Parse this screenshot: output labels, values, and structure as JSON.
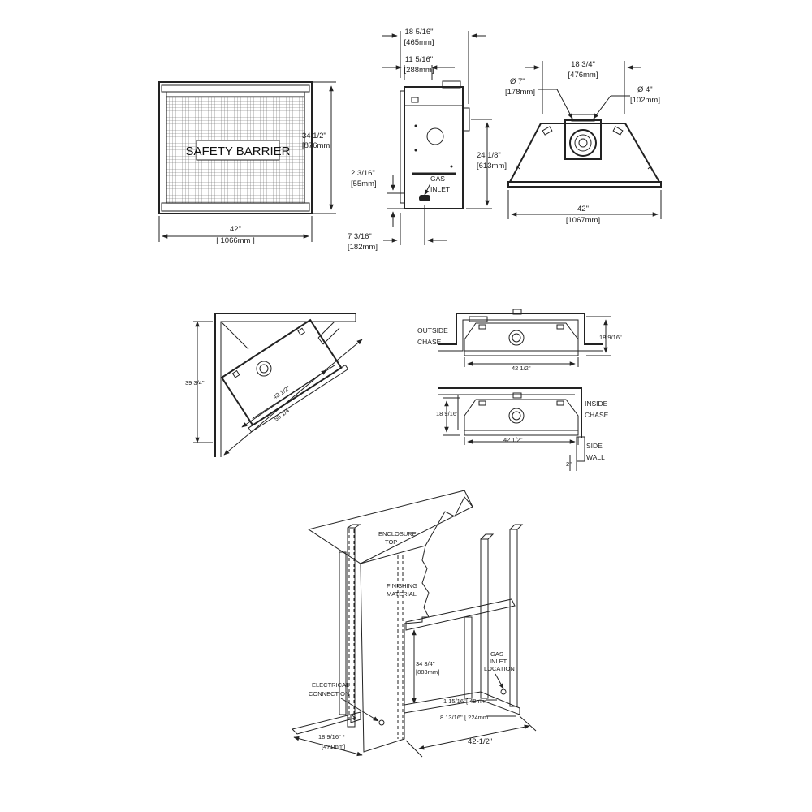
{
  "front_view": {
    "panel_label": "SAFETY BARRIER",
    "height_in": "34 1/2\"",
    "height_mm": "[876mm",
    "width_in": "42\"",
    "width_mm": "[ 1066mm ]"
  },
  "side_view": {
    "depth_in": "18 5/16\"",
    "depth_mm": "[465mm]",
    "body_depth_in": "11 5/16\"",
    "body_depth_mm": "[288mm]",
    "vent_height_in": "24 1/8\"",
    "vent_height_mm": "[613mm]",
    "gas_height_in": "2 3/16\"",
    "gas_height_mm": "[55mm]",
    "gas_depth_in": "7 3/16\"",
    "gas_depth_mm": "[182mm]",
    "gas_label_1": "GAS",
    "gas_label_2": "INLET"
  },
  "top_view": {
    "depth_in": "18 3/4\"",
    "depth_mm": "[476mm]",
    "outer_flue_in": "Ø 7\"",
    "outer_flue_mm": "[178mm]",
    "inner_flue_in": "Ø 4\"",
    "inner_flue_mm": "[102mm]",
    "width_in": "42\"",
    "width_mm": "[1067mm]"
  },
  "corner_install": {
    "wall_len": "39 3/4\"",
    "front_width": "42 1/2\"",
    "diagonal": "56 1/4\""
  },
  "outside_chase": {
    "label_1": "OUTSIDE",
    "label_2": "CHASE",
    "depth": "18 9/16\"",
    "width": "42 1/2\""
  },
  "inside_chase": {
    "label_1": "INSIDE",
    "label_2": "CHASE",
    "depth": "18 9/16\"",
    "width": "42 1/2\"",
    "side_label_1": "SIDE",
    "side_label_2": "WALL",
    "side_gap": "2\""
  },
  "framing": {
    "enclosure_1": "ENCLOSURE",
    "enclosure_2": "TOP",
    "finishing_1": "FINISHING",
    "finishing_2": "MATERIAL",
    "height_in": "34 3/4\"",
    "height_mm": "[883mm]",
    "gas_1": "GAS",
    "gas_2": "INLET",
    "gas_3": "LOCATION",
    "electrical_1": "ELECTRICAL",
    "electrical_2": "CONNECTION",
    "gas_offset_1_in": "1 15/16\"",
    "gas_offset_1_mm": "[ 49mm",
    "gas_offset_2_in": "8 13/16\"",
    "gas_offset_2_mm": "[ 224mm",
    "depth_in": "18 9/16\" *",
    "depth_mm": "[471mm]",
    "width": "42-1/2\""
  }
}
